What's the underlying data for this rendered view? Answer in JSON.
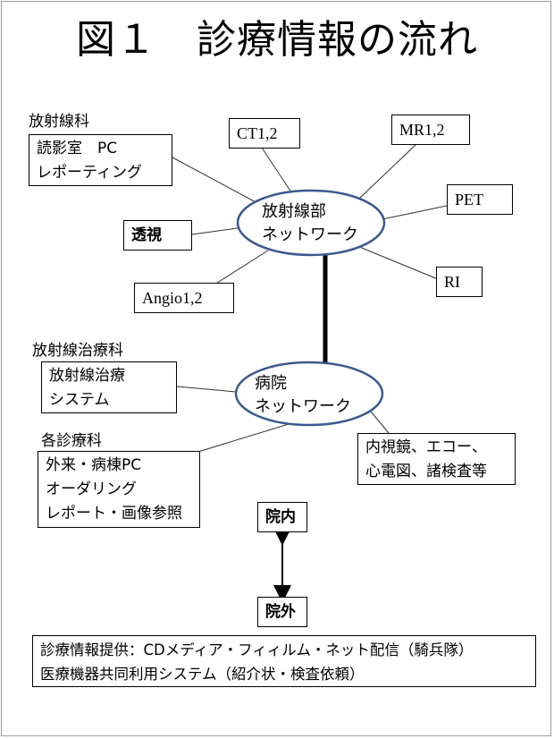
{
  "title": "図１　診療情報の流れ",
  "radiology": {
    "dept_label": "放射線科",
    "network": [
      "放射線部",
      "ネットワーク"
    ],
    "reading_room": [
      "読影室　PC",
      "レポーティング"
    ],
    "fluoro": "透視",
    "angio": "Angio1,2",
    "ct": "CT1,2",
    "mr": "MR1,2",
    "pet": "PET",
    "ri": "RI"
  },
  "radiotherapy": {
    "dept_label": "放射線治療科",
    "system": [
      "放射線治療",
      "システム"
    ]
  },
  "hospital": {
    "network": [
      "病院",
      "ネットワーク"
    ],
    "dept_label": "各診療科",
    "ordering": [
      "外来・病棟PC",
      "オーダリング",
      "レポート・画像参照"
    ],
    "endoscopy": [
      "内視鏡、エコー、",
      "心電図、諸検査等"
    ]
  },
  "inside": "院内",
  "outside": "院外",
  "footer": [
    "診療情報提供：CDメディア・フィィルム・ネット配信（騎兵隊）",
    "医療機器共同利用システム（紹介状・検査依頼）"
  ],
  "colors": {
    "ellipse_stroke": "#3a5a8c",
    "line": "#333333"
  }
}
